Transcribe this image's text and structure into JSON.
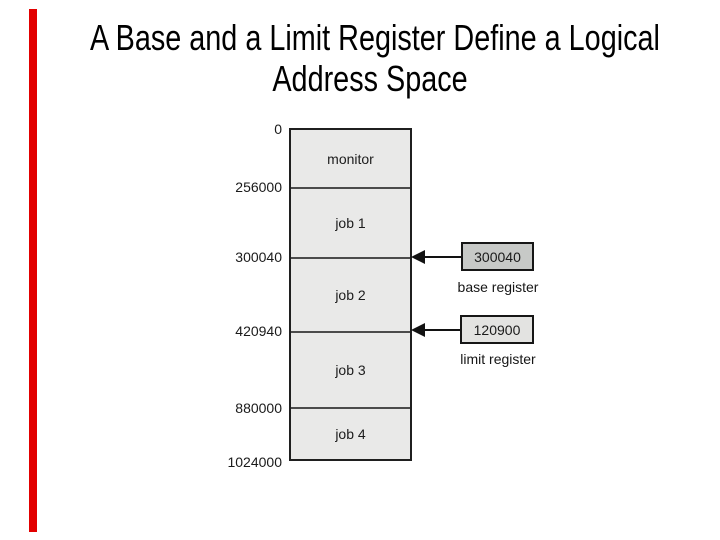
{
  "slide": {
    "title_line1": "A Base and a Limit Register Define a Logical",
    "title_line2": "Address Space",
    "accent_bar_color": "#e20000"
  },
  "diagram": {
    "memory_map": {
      "addresses": [
        "0",
        "256000",
        "300040",
        "420940",
        "880000",
        "1024000"
      ],
      "segments": [
        {
          "label": "monitor"
        },
        {
          "label": "job 1"
        },
        {
          "label": "job 2"
        },
        {
          "label": "job 3"
        },
        {
          "label": "job 4"
        }
      ],
      "fill_color": "#e9e9e8"
    },
    "registers": [
      {
        "value": "300040",
        "label": "base register",
        "fill_color": "#c7c9c7"
      },
      {
        "value": "120900",
        "label": "limit register",
        "fill_color": "#e3e3e1"
      }
    ]
  }
}
